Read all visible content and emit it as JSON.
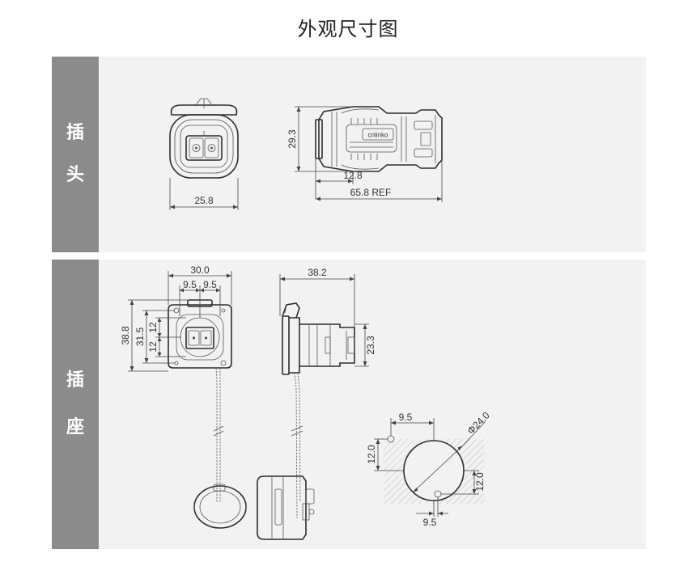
{
  "title": "外观尺寸图",
  "sections": [
    {
      "label_1": "插",
      "label_2": "头"
    },
    {
      "label_1": "插",
      "label_2": "座"
    }
  ],
  "plug": {
    "front_width": "25.8",
    "side_height": "29.3",
    "side_offset": "12.8",
    "side_length": "65.8 REF",
    "logo_text": "cnlinko"
  },
  "socket": {
    "flange_width": "30.0",
    "hole_offset_left": "9.5",
    "hole_offset_right": "9.5",
    "overall_height": "38.8",
    "hole_spacing_v": "31.5",
    "half_upper": "12",
    "half_lower": "12",
    "side_depth": "38.2",
    "side_body_height": "23.3",
    "cutout_top_offset": "9.5",
    "cutout_diameter": "Φ24.0",
    "cutout_left_v": "12.0",
    "cutout_right_v": "12.0",
    "cutout_bottom_offset": "9.5"
  }
}
